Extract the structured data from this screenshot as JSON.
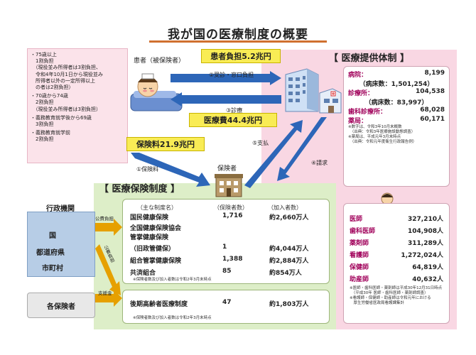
{
  "title": "我が国の医療制度の概要",
  "eligibility": {
    "groups": [
      [
        "・75歳以上",
        "　1割負担",
        "　（現役並み所得者は3割負担、",
        "　令和4年10月1日から現役並み",
        "　所得者以外の一定所得以上",
        "　の者は2割負担）"
      ],
      [
        "・70歳から74歳",
        "　2割負担",
        "　（現役並み所得者は3割負担）"
      ],
      [
        "・義務教育就学後から69歳",
        "　3割負担"
      ],
      [
        "・義務教育就学前",
        "　2割負担"
      ]
    ]
  },
  "patient_label": "患者（被保険者）",
  "copay": "患者負担5.2兆円",
  "flow": {
    "step2": "②受診・窓口負担",
    "step3": "③診療",
    "step1": "①保険料",
    "step4": "④請求",
    "step5": "⑤支払",
    "public_burden": "公費負担",
    "public_burden_vertical": "公費負担",
    "subsidy": "支援金"
  },
  "medical_cost": "医療費44.4兆円",
  "premium": "保険料21.9兆円",
  "insurer_label": "保険者",
  "provider": {
    "title": "【 医療提供体制 】",
    "facilities": [
      {
        "k": "病院：",
        "v": "8,199"
      },
      {
        "sub": "（病床数：1,501,254）"
      },
      {
        "k": "診療所：",
        "v": "104,538"
      },
      {
        "sub": "（病床数：83,997）"
      },
      {
        "k": "歯科診療所：",
        "v": "68,028"
      },
      {
        "k": "薬局：",
        "v": "60,171"
      }
    ],
    "facility_notes": [
      "※数字は、令和3年10月末概数",
      "　（出典：令和3年医療施設動態調査）",
      "※薬局は、平成元年3月末時点",
      "　（出典：令和元年度衛生行政報告例）"
    ],
    "staff": [
      {
        "k": "医師",
        "v": "327,210人"
      },
      {
        "k": "歯科医師",
        "v": "104,908人"
      },
      {
        "k": "薬剤師",
        "v": "311,289人"
      },
      {
        "k": "看護師",
        "v": "1,272,024人"
      },
      {
        "k": "保健師",
        "v": "64,819人"
      },
      {
        "k": "助産師",
        "v": "40,632人"
      }
    ],
    "staff_notes": [
      "※医師・歯科医師・薬剤師は平成30年12月31日時点",
      "　（平成30年 医師・歯科医師・薬剤師調査）",
      "※看護師・保健師・助産師は令和元年における",
      "　厚生労働省医政局看護課集計"
    ]
  },
  "insurance": {
    "title": "【 医療保険制度 】",
    "headers": [
      "（主な制度名）",
      "（保険者数）",
      "（加入者数）"
    ],
    "rows": [
      {
        "name": "国民健康保険",
        "count": "1,716",
        "members": "約2,660万人"
      },
      {
        "name": "全国健康保険協会",
        "count": "",
        "members": ""
      },
      {
        "name": "管掌健康保険",
        "count": "",
        "members": ""
      },
      {
        "name": "（旧政管健保）",
        "count": "1",
        "members": "約4,044万人"
      },
      {
        "name": "組合管掌健康保険",
        "count": "1,388",
        "members": "約2,884万人"
      },
      {
        "name": "共済組合",
        "count": "85",
        "members": "約854万人"
      }
    ],
    "note1": "※保険者数及び加入者数は令和2年3月末時点",
    "elderly": {
      "name": "後期高齢者医療制度",
      "count": "47",
      "members": "約1,803万人"
    },
    "note2": "※保険者数及び加入者数は令和2年3月末時点"
  },
  "admin": {
    "label": "行政機関",
    "items": [
      "国",
      "都道府県",
      "市町村"
    ]
  },
  "insurers_box": "各保険者"
}
